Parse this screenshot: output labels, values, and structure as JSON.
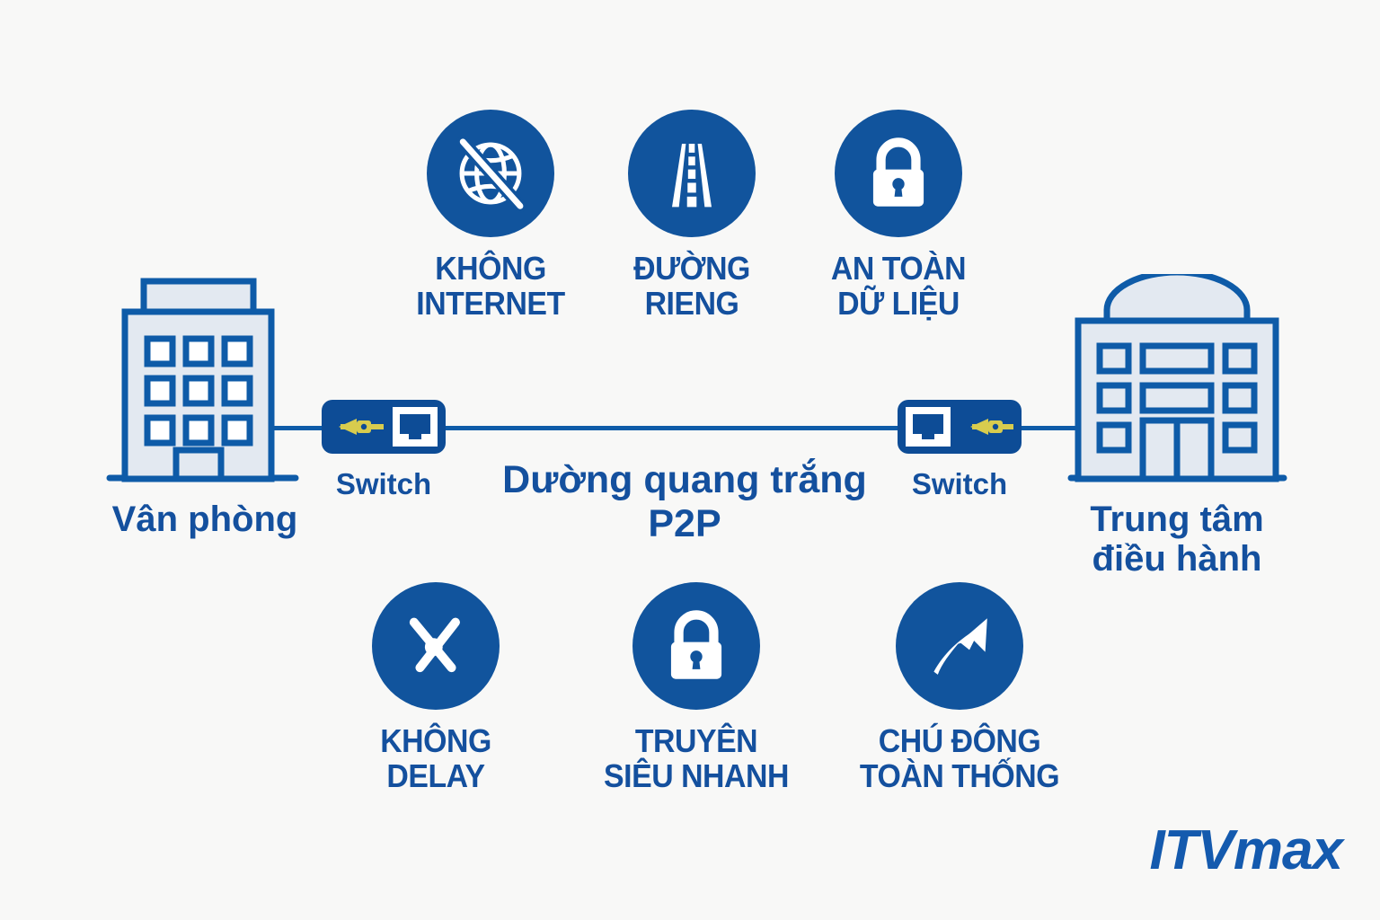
{
  "background_color": "#f8f8f7",
  "brand_blue": "#11549D",
  "text_blue": "#14509E",
  "outline_blue": "#0E5BA8",
  "building_fill": "#E3E9F1",
  "accent_yellow": "#D8CC4E",
  "diagram": {
    "title_center_line1": "Dường quang trắng",
    "title_center_line2": "P2P",
    "left_node": {
      "icon": "office-building-icon",
      "label": "Vân phòng"
    },
    "right_node": {
      "icon": "operations-center-building-icon",
      "label_line1": "Trung tâm",
      "label_line2": "điều hành"
    },
    "left_switch": {
      "icon": "network-switch-icon",
      "label": "Switch"
    },
    "right_switch": {
      "icon": "network-switch-icon",
      "label": "Switch"
    }
  },
  "features_top": [
    {
      "icon": "no-internet-globe-icon",
      "line1": "KHÔNG",
      "line2": "INTERNET"
    },
    {
      "icon": "private-road-icon",
      "line1": "ĐƯỜNG",
      "line2": "RIENG"
    },
    {
      "icon": "padlock-icon",
      "line1": "AN TOÀN",
      "line2": "DỮ LIỆU"
    }
  ],
  "features_bottom": [
    {
      "icon": "clock-no-delay-icon",
      "line1": "KHÔNG",
      "line2": "DELAY"
    },
    {
      "icon": "padlock-icon",
      "line1": "TRUYÊN",
      "line2": "SIÊU NHANH"
    },
    {
      "icon": "growth-arrow-icon",
      "line1": "CHÚ ĐÔNG",
      "line2": "TOÀN THỐNG"
    }
  ],
  "logo": {
    "text": "ITVmax"
  }
}
